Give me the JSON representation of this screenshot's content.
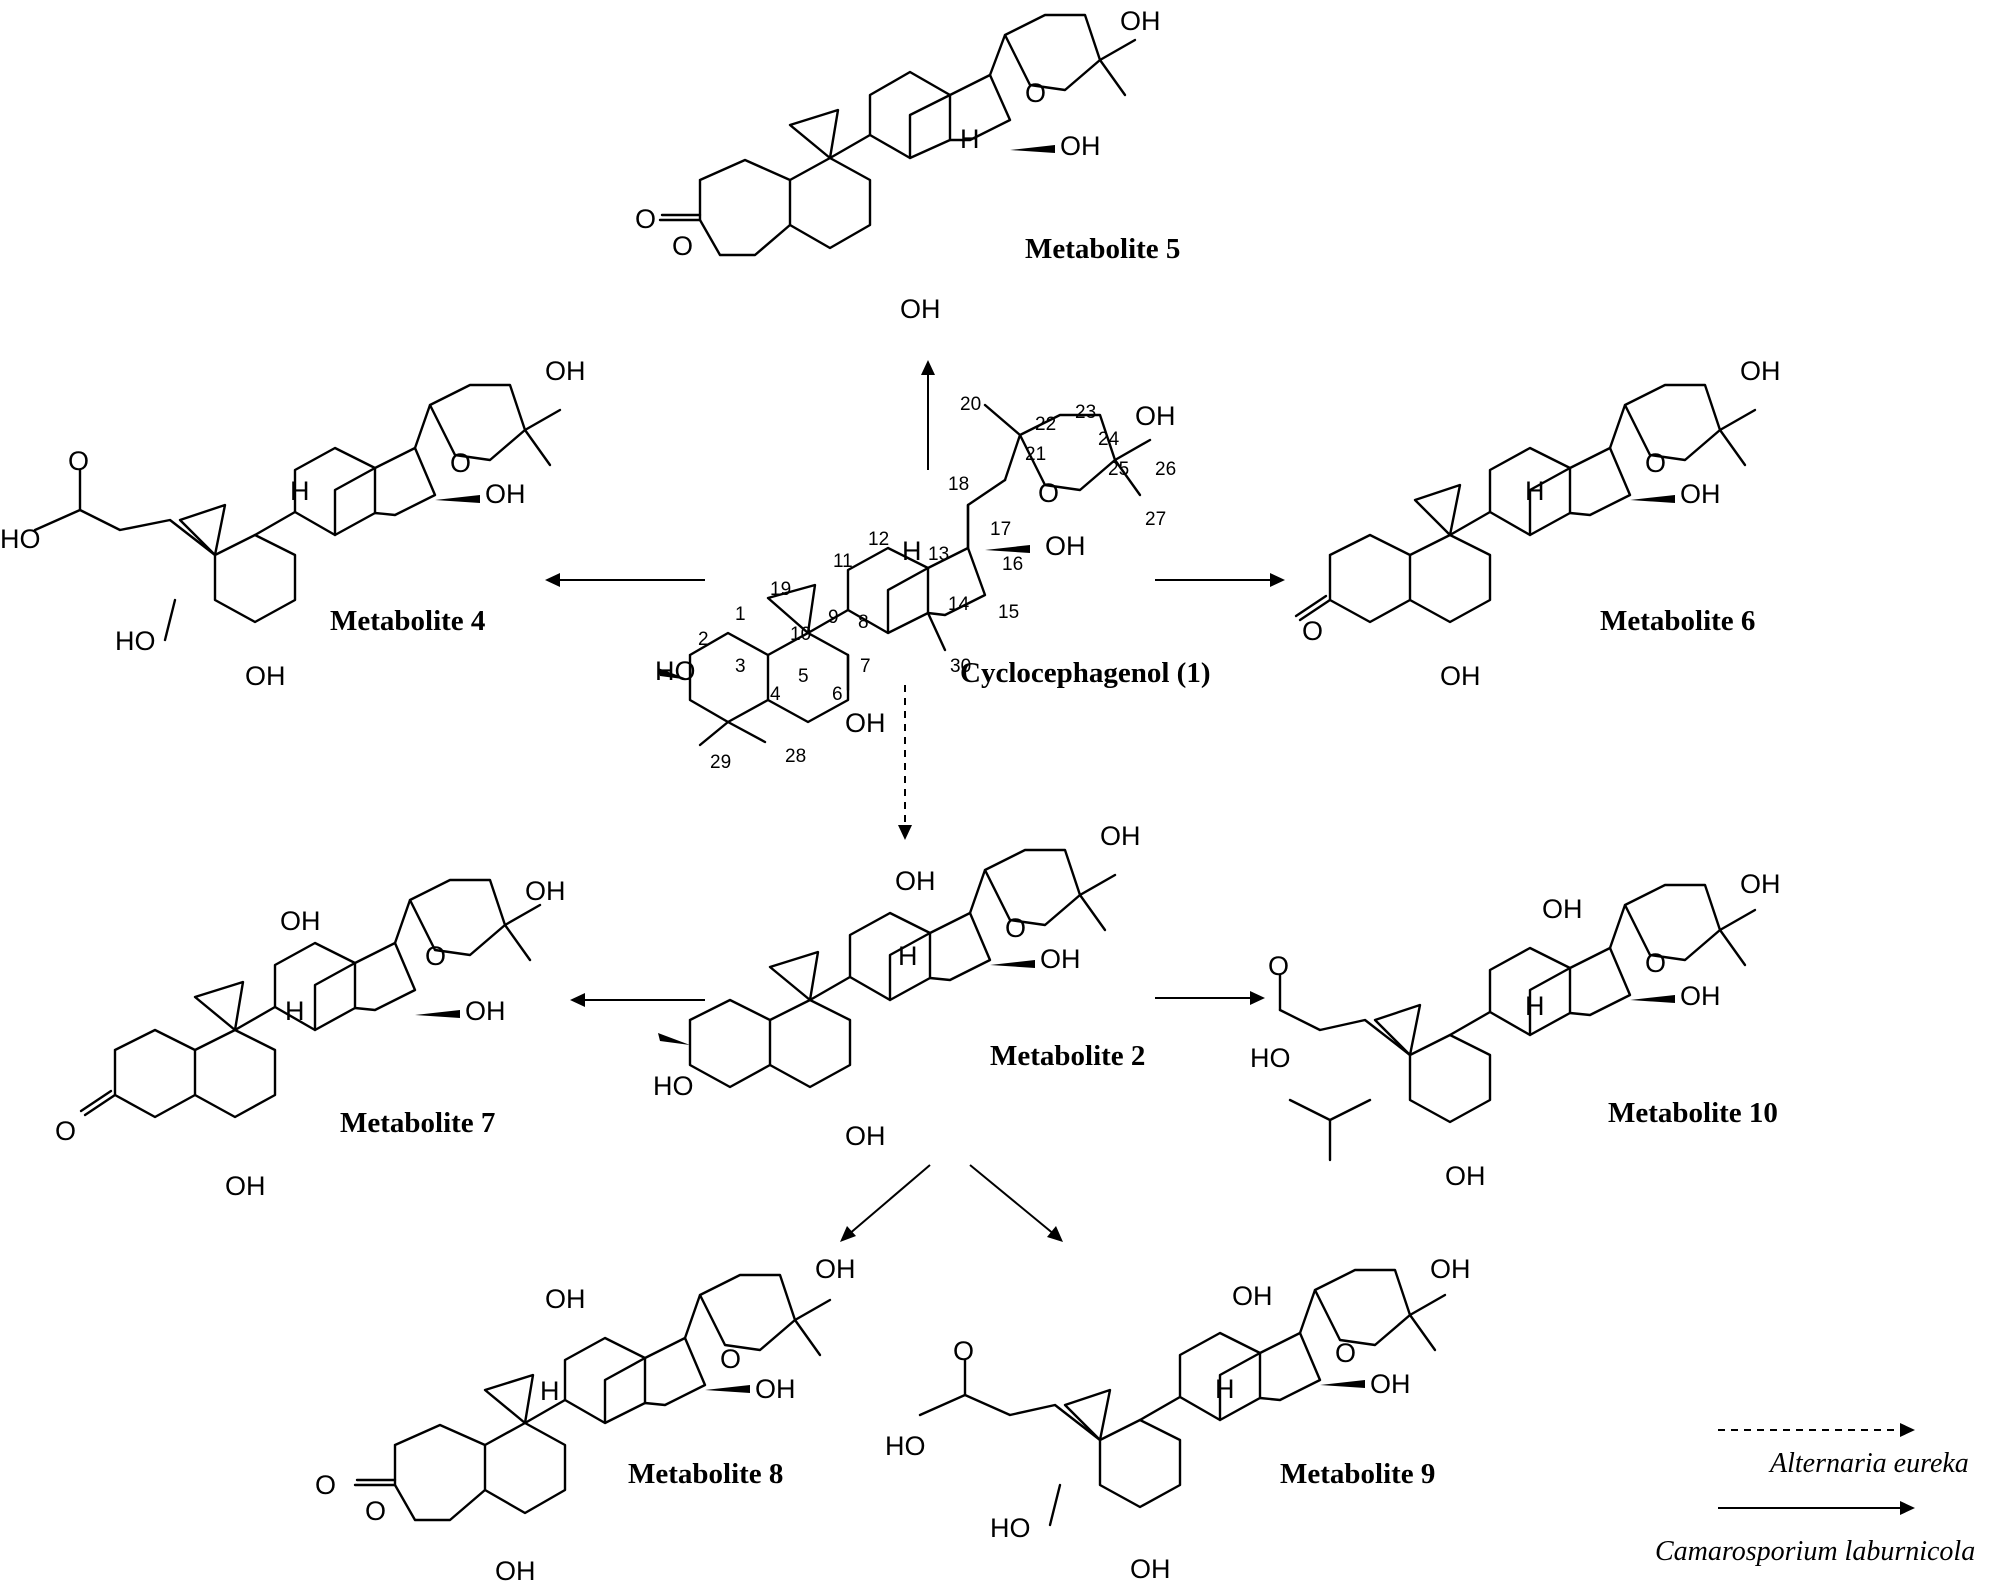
{
  "structures": [
    {
      "id": "cyclocephagenol",
      "title": "Cyclocephagenol (1)"
    },
    {
      "id": "m2",
      "title": "Metabolite 2"
    },
    {
      "id": "m4",
      "title": "Metabolite 4"
    },
    {
      "id": "m5",
      "title": "Metabolite 5"
    },
    {
      "id": "m6",
      "title": "Metabolite 6"
    },
    {
      "id": "m7",
      "title": "Metabolite 7"
    },
    {
      "id": "m8",
      "title": "Metabolite 8"
    },
    {
      "id": "m9",
      "title": "Metabolite 9"
    },
    {
      "id": "m10",
      "title": "Metabolite 10"
    }
  ],
  "atoms": {
    "oh": "OH",
    "ho": "HO",
    "o": "O",
    "h": "H"
  },
  "legend": {
    "dashed_label": "Alternaria eureka",
    "solid_label": "Camarosporium laburnicola"
  }
}
